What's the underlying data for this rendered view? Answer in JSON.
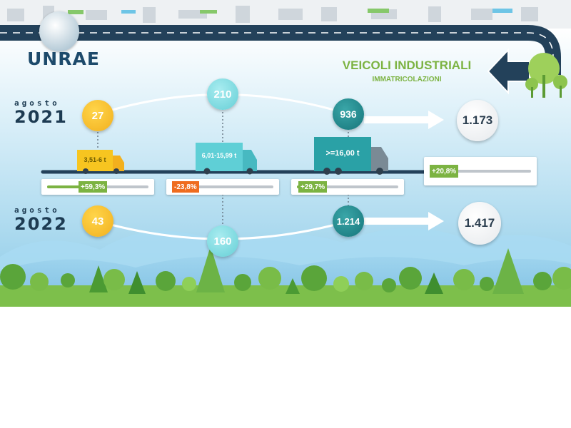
{
  "brand": {
    "name": "UNRAE"
  },
  "header": {
    "title": "VEICOLI INDUSTRIALI",
    "subtitle": "IMMATRICOLAZIONI"
  },
  "colors": {
    "road": "#23415a",
    "green": "#7cb342",
    "orange": "#ef6c1f",
    "yellow": "#f2b01e",
    "cyan": "#66cfd6",
    "teal": "#16757a"
  },
  "period_2021": {
    "month": "agosto",
    "year": "2021"
  },
  "period_2022": {
    "month": "agosto",
    "year": "2022"
  },
  "segments": [
    {
      "label": "3,51-6 t",
      "value_2021": "27",
      "value_2022": "43",
      "change": "+59,3%",
      "change_pct": 59.3
    },
    {
      "label": "6,01-15,99 t",
      "value_2021": "210",
      "value_2022": "160",
      "change": "-23,8%",
      "change_pct": -23.8
    },
    {
      "label": ">=16,00 t",
      "value_2021": "936",
      "value_2022": "1.214",
      "change": "+29,7%",
      "change_pct": 29.7
    }
  ],
  "total": {
    "value_2021": "1.173",
    "value_2022": "1.417",
    "change": "+20,8%",
    "change_pct": 20.8
  }
}
